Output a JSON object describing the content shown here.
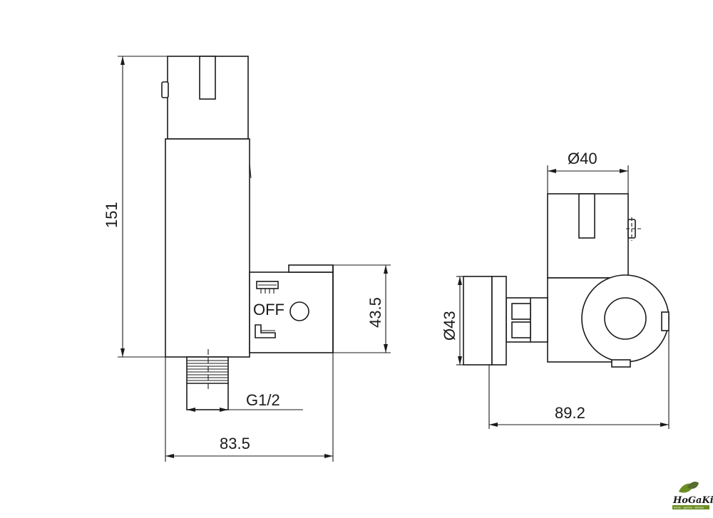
{
  "left_view": {
    "dim_height": "151",
    "dim_depth": "43.5",
    "dim_width": "83.5",
    "dim_thread": "G1/2",
    "valve_label": "OFF"
  },
  "right_view": {
    "dim_top_diameter": "Ø40",
    "dim_side_diameter": "Ø43",
    "dim_width": "89.2"
  },
  "logo": {
    "name": "HoGaKi",
    "tagline": "home · garden · kitchen"
  }
}
